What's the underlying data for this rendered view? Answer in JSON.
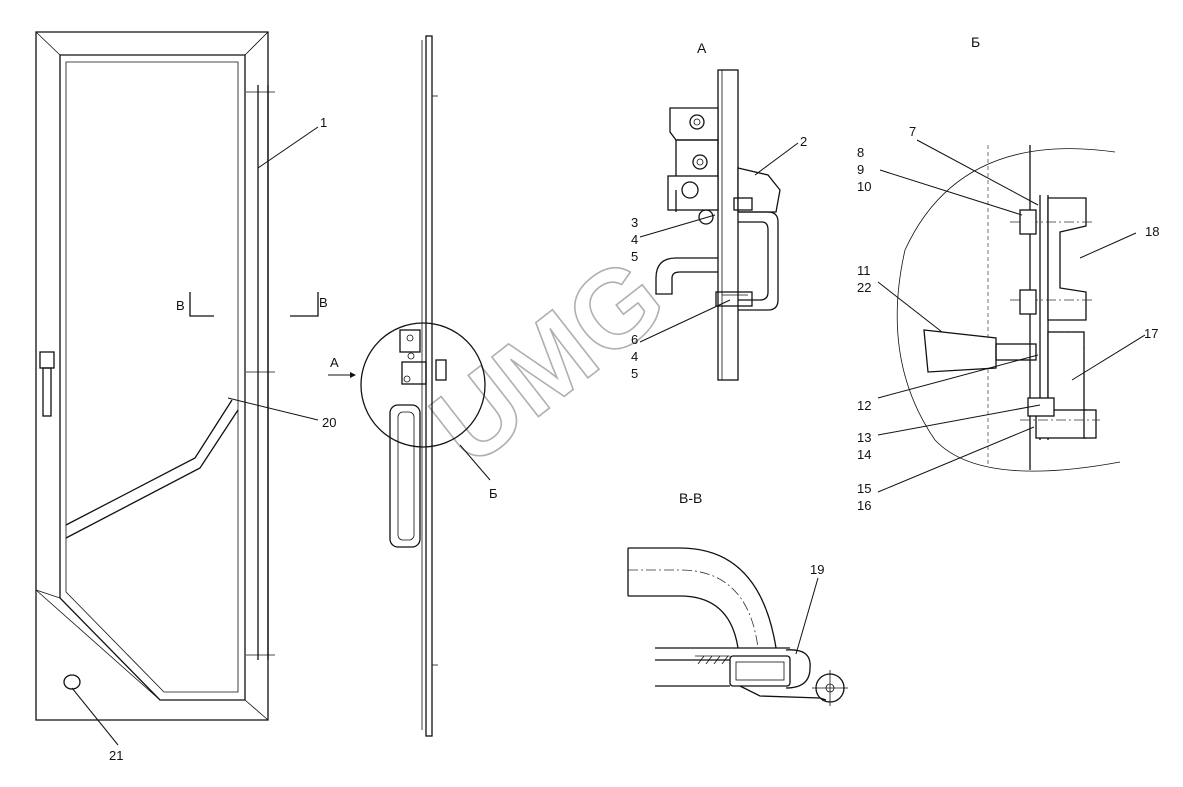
{
  "views": {
    "A": "А",
    "B": "Б",
    "section": "В-В",
    "cut_label_left": "В",
    "cut_label_right": "В",
    "arrow_label": "А",
    "callout_b": "Б"
  },
  "labels": {
    "n1": "1",
    "n2": "2",
    "n3": "3",
    "n4a": "4",
    "n5a": "5",
    "n6": "6",
    "n4b": "4",
    "n5b": "5",
    "n7": "7",
    "n8": "8",
    "n9": "9",
    "n10": "10",
    "n11": "11",
    "n22": "22",
    "n12": "12",
    "n13": "13",
    "n14": "14",
    "n15": "15",
    "n16": "16",
    "n17": "17",
    "n18": "18",
    "n19": "19",
    "n20": "20",
    "n21": "21"
  },
  "watermark": "UMG"
}
